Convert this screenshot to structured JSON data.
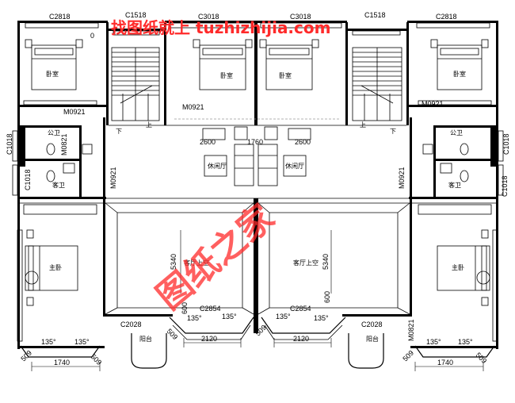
{
  "watermark": {
    "top": "找图纸就上 tuzhizhijia.com",
    "center": "图纸之家",
    "color": "#ff2a2a"
  },
  "windows": {
    "c2818_left": "C2818",
    "c1518_left": "C1518",
    "c3018_left": "C3018",
    "c3018_right": "C3018",
    "c1518_right": "C1518",
    "c2818_right": "C2818",
    "c1018_left_upper": "C1018",
    "c1018_left_lower": "C1018",
    "c1018_right_upper": "C1018",
    "c1018_right_lower": "C1018",
    "c2028_left": "C2028",
    "c2028_right": "C2028",
    "c2854_left": "C2854",
    "c2854_right": "C2854"
  },
  "doors": {
    "m0921_left_bed": "M0921",
    "m0921_center_left": "M0921",
    "m0921_right_bed": "M0921",
    "m0821_left": "M0821",
    "m0921_left_hall": "M0921",
    "m0921_right_hall": "M0921",
    "m0821_right": "M0821"
  },
  "rooms": {
    "bedroom_1": "卧室",
    "bedroom_2": "卧室",
    "bedroom_3": "卧室",
    "bedroom_4": "卧室",
    "public_bath_left": "公卫",
    "public_bath_right": "公卫",
    "private_bath_left": "客卫",
    "private_bath_right": "客卫",
    "master_left": "主卧",
    "master_right": "主卧",
    "void_left": "客厅上空",
    "void_right": "客厅上空",
    "balcony_left": "阳台",
    "balcony_right": "阳台",
    "stair_down_left": "下",
    "stair_up_left": "上",
    "stair_up_right": "上",
    "stair_down_right": "下",
    "lounge_left": "休闲厅",
    "lounge_right": "休闲厅"
  },
  "dimensions": {
    "d2600_left": "2600",
    "d1760": "1760",
    "d2600_right": "2600",
    "d5340_left": "5340",
    "d5340_right": "5340",
    "d600_left": "600",
    "d600_right": "600",
    "d135_a": "135°",
    "d135_b": "135°",
    "d135_c": "135°",
    "d135_d": "135°",
    "d135_e": "135°",
    "d135_f": "135°",
    "d135_g": "135°",
    "d135_h": "135°",
    "d509_a": "509",
    "d509_b": "509",
    "d509_c": "509",
    "d509_d": "509",
    "d509_e": "509",
    "d509_f": "509",
    "d1740_left": "1740",
    "d2120_left": "2120",
    "d2120_right": "2120",
    "d1740_right": "1740",
    "zero": "0"
  }
}
